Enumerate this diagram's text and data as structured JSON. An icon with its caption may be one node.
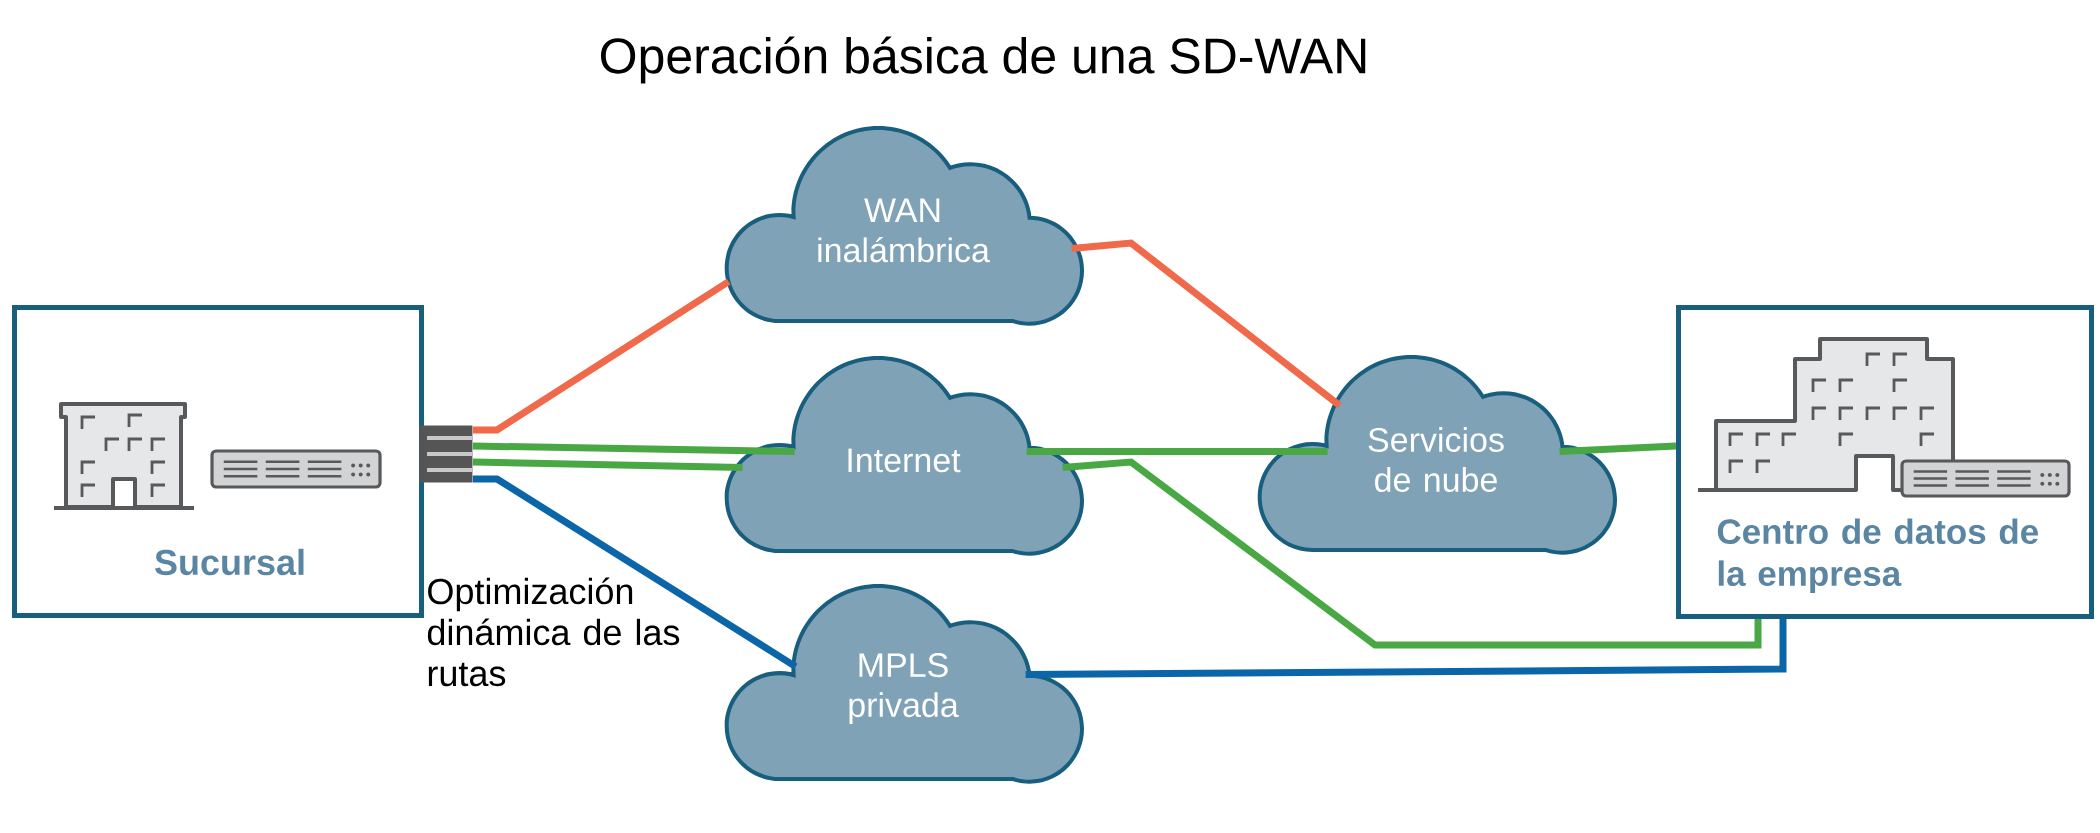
{
  "diagram": {
    "title": "Operación básica de una SD-WAN",
    "nodes": [
      {
        "text": [
          "Sucursal"
        ]
      },
      {
        "text": [],
        "shape": "box"
      },
      {
        "text": [
          "WAN inalámbrica"
        ]
      },
      {
        "text": [
          "Internet"
        ]
      },
      {
        "text": [
          "MPLS privada"
        ]
      },
      {
        "text": [
          "Servicios de nube"
        ]
      },
      {
        "text": [
          "Centro de datos de la empresa"
        ]
      }
    ],
    "edges": [
      {
        "from": 1,
        "to": 2,
        "arrow": "none",
        "color": "#f0694a"
      },
      {
        "from": 2,
        "to": 5,
        "arrow": "none",
        "color": "#f0694a"
      },
      {
        "from": 1,
        "to": 3,
        "arrow": "none",
        "color": "#4aa844"
      },
      {
        "from": 1,
        "to": 3,
        "arrow": "none",
        "color": "#4aa844"
      },
      {
        "from": 3,
        "to": 5,
        "arrow": "none",
        "color": "#4aa844"
      },
      {
        "from": 5,
        "to": 6,
        "arrow": "none",
        "color": "#4aa844"
      },
      {
        "from": 3,
        "to": 6,
        "arrow": "none",
        "color": "#4aa844"
      },
      {
        "from": 1,
        "to": 4,
        "arrow": "none",
        "color": "#0a66a8"
      },
      {
        "from": 4,
        "to": 6,
        "arrow": "none",
        "color": "#0a66a8"
      }
    ],
    "labels": [
      "Optimización dinámica de las rutas"
    ]
  }
}
